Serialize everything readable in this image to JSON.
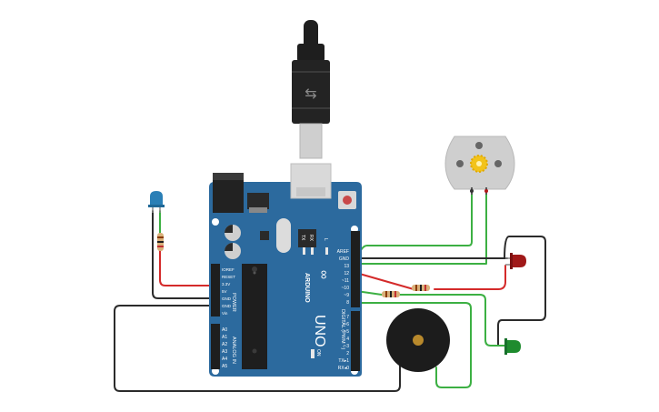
{
  "board": {
    "name": "ARDUINO",
    "model": "UNO",
    "tx_label": "TX",
    "rx_label": "RX",
    "l_label": "L",
    "on_label": "ON",
    "power_header_label": "POWER",
    "analog_header_label": "ANALOG IN",
    "digital_header_label": "DIGITAL (PWM ~)",
    "power_pins": [
      "IOREF",
      "RESET",
      "3.3V",
      "5V",
      "GND",
      "GND",
      "Vin"
    ],
    "analog_pins": [
      "A0",
      "A1",
      "A2",
      "A3",
      "A4",
      "A5"
    ],
    "digital_pins_top": [
      "AREF",
      "GND",
      "13",
      "12",
      "~11",
      "~10",
      "~9",
      "8"
    ],
    "digital_pins_bottom": [
      "7",
      "~6",
      "~5",
      "4",
      "~3",
      "2",
      "TX▸1",
      "RX◂0"
    ]
  },
  "components": {
    "motor": "dc-motor",
    "buzzer": "piezo-buzzer",
    "led_blue": "blue-led",
    "led_red": "red-led",
    "led_green": "green-led",
    "resistors": 3
  },
  "colors": {
    "board": "#2c6a9e",
    "board_dark": "#1f5785",
    "wire_green": "#3cb043",
    "wire_red": "#d42a2a",
    "wire_black": "#2b2b2b",
    "usb_black": "#1e1e1e",
    "motor_body": "#cfcfcf",
    "motor_gear": "#f2c31b",
    "buzzer_body": "#1c1c1c",
    "buzzer_center": "#b8892c",
    "led_blue": "#2a7fb6",
    "led_red": "#a01818",
    "led_green": "#1e8b2e"
  }
}
